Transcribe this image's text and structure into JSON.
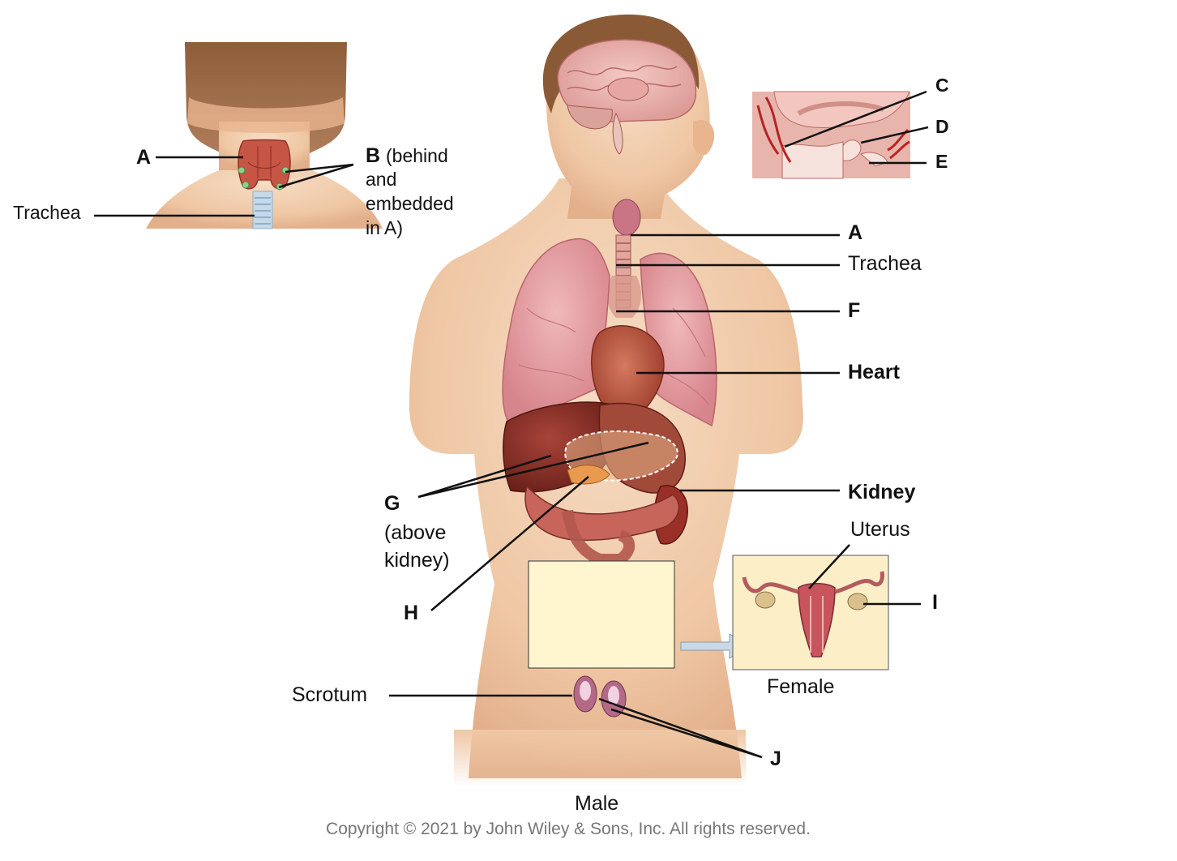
{
  "labels": {
    "neck_a": "A",
    "neck_b_letter": "B",
    "neck_b_note_1": "(behind",
    "neck_b_note_2": "and",
    "neck_b_note_3": "embedded",
    "neck_b_note_4": "in  A)",
    "neck_trachea": "Trachea",
    "brain_c": "C",
    "brain_d": "D",
    "brain_e": "E",
    "body_a": "A",
    "body_trachea": "Trachea",
    "body_f": "F",
    "heart": "Heart",
    "kidney": "Kidney",
    "g_letter": "G",
    "g_note_1": "(above",
    "g_note_2": "kidney)",
    "h": "H",
    "uterus": "Uterus",
    "i": "I",
    "female": "Female",
    "scrotum": "Scrotum",
    "j": "J",
    "male": "Male"
  },
  "copyright": "Copyright © 2021 by John Wiley & Sons, Inc. All rights reserved.",
  "colors": {
    "skin": "#efc7a4",
    "hair": "#8a5a37",
    "lung": "#e29aa0",
    "liver": "#7d2a22",
    "answer_box": "#fff6cf",
    "female_box": "#fcefc8",
    "arrow": "#c9d9e8"
  }
}
